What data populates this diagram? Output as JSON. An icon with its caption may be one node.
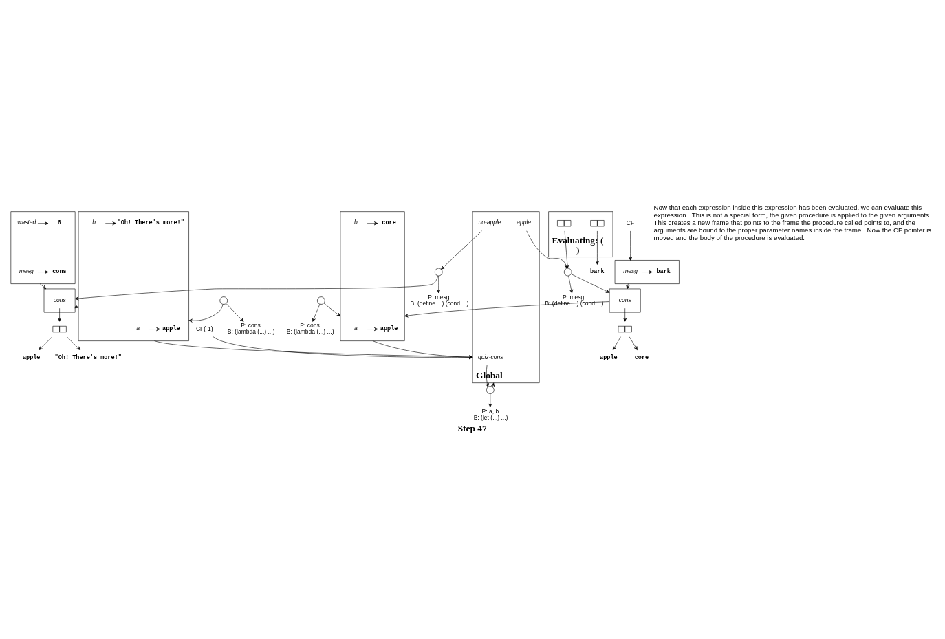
{
  "diagram": {
    "caption": "Step 47",
    "nodes": [
      {
        "text": [],
        "shape": "box"
      },
      {
        "text": [
          "mesg"
        ],
        "in": 0
      },
      {
        "text": [
          "cons"
        ],
        "in": 0
      },
      {
        "text": [
          "wasted"
        ],
        "in": 0
      },
      {
        "text": [
          "6"
        ],
        "in": 0
      },
      {
        "text": [
          "CF(-1)"
        ]
      },
      {
        "text": [
          "Global"
        ]
      },
      {
        "text": [
          "quiz-cons"
        ],
        "in": 6
      },
      {
        "text": [
          "apple"
        ],
        "in": 6
      },
      {
        "text": [
          "no-apple"
        ],
        "in": 6
      },
      {
        "text": [],
        "shape": "circle"
      },
      {
        "text": [
          "P: a, b",
          "B: (let (...) ...)"
        ]
      },
      {
        "text": [],
        "shape": "box"
      },
      {
        "text": [
          "a"
        ],
        "in": 12
      },
      {
        "text": [
          "apple"
        ],
        "in": 12
      },
      {
        "text": [
          "b"
        ],
        "in": 12
      },
      {
        "text": [
          "core"
        ],
        "in": 12
      },
      {
        "text": [],
        "shape": "circle"
      },
      {
        "text": [
          "P: cons",
          "B: (lambda (...) ...)"
        ]
      },
      {
        "text": [],
        "shape": "box"
      },
      {
        "text": [
          "cons"
        ],
        "in": 19
      },
      {
        "text": [],
        "shape": "box"
      },
      {
        "text": [
          "apple"
        ]
      },
      {
        "text": [
          "core"
        ]
      },
      {
        "text": [
          "CF"
        ]
      },
      {
        "text": [],
        "shape": "box"
      },
      {
        "text": [
          "mesg"
        ],
        "in": 25
      },
      {
        "text": [
          "bark"
        ],
        "in": 25
      },
      {
        "text": [],
        "shape": "box"
      },
      {
        "text": [
          "a"
        ],
        "in": 28
      },
      {
        "text": [
          "apple"
        ],
        "in": 28
      },
      {
        "text": [
          "b"
        ],
        "in": 28
      },
      {
        "text": [
          "\"Oh! There's more!\""
        ],
        "in": 28
      },
      {
        "text": [],
        "shape": "circle"
      },
      {
        "text": [
          "P: cons",
          "B: (lambda (...) ...)"
        ]
      },
      {
        "text": [],
        "shape": "box"
      },
      {
        "text": [
          "cons"
        ],
        "in": 35
      },
      {
        "text": [],
        "shape": "circle"
      },
      {
        "text": [
          "P: mesg",
          "B: (define ...) (cond ...)"
        ]
      },
      {
        "text": [],
        "shape": "circle"
      },
      {
        "text": [
          "P: mesg",
          "B: (define ...) (cond ...)"
        ]
      },
      {
        "text": [],
        "shape": "box"
      },
      {
        "text": [
          "apple"
        ]
      },
      {
        "text": [
          "\"Oh! There's more!\""
        ]
      },
      {
        "text": [
          "Evaluating: (",
          ")"
        ]
      },
      {
        "text": [],
        "shape": "box",
        "in": 44
      },
      {
        "text": [],
        "shape": "box",
        "in": 44
      },
      {
        "text": [
          "bark"
        ]
      }
    ],
    "edges": [
      {
        "from": 1,
        "to": 2,
        "arrow": "to"
      },
      {
        "from": 3,
        "to": 4,
        "arrow": "to"
      },
      {
        "from": 0,
        "to": 35,
        "arrow": "to"
      },
      {
        "from": 5,
        "to": 6,
        "arrow": "to"
      },
      {
        "from": 7,
        "to": 10,
        "arrow": "to"
      },
      {
        "from": 10,
        "to": 6,
        "arrow": "to"
      },
      {
        "from": 10,
        "to": 11,
        "arrow": "to"
      },
      {
        "from": 8,
        "to": 39,
        "arrow": "to"
      },
      {
        "from": 9,
        "to": 37,
        "arrow": "to"
      },
      {
        "from": 28,
        "to": 6,
        "arrow": "to"
      },
      {
        "from": 12,
        "to": 6,
        "arrow": "to"
      },
      {
        "from": 13,
        "to": 14,
        "arrow": "to"
      },
      {
        "from": 15,
        "to": 16,
        "arrow": "to"
      },
      {
        "from": 17,
        "to": 12,
        "arrow": "to"
      },
      {
        "from": 17,
        "to": 18,
        "arrow": "to"
      },
      {
        "from": 19,
        "to": 12,
        "arrow": "to"
      },
      {
        "from": 20,
        "to": 41,
        "arrow": "to"
      },
      {
        "from": 41,
        "to": 22,
        "arrow": "to"
      },
      {
        "from": 41,
        "to": 23,
        "arrow": "to"
      },
      {
        "from": 39,
        "to": 19,
        "arrow": "to"
      },
      {
        "from": 39,
        "to": 40,
        "arrow": "to"
      },
      {
        "from": 24,
        "to": 25,
        "arrow": "to"
      },
      {
        "from": 26,
        "to": 27,
        "arrow": "to"
      },
      {
        "from": 25,
        "to": 19,
        "arrow": "to"
      },
      {
        "from": 29,
        "to": 30,
        "arrow": "to"
      },
      {
        "from": 31,
        "to": 32,
        "arrow": "to"
      },
      {
        "from": 33,
        "to": 28,
        "arrow": "to"
      },
      {
        "from": 33,
        "to": 34,
        "arrow": "to"
      },
      {
        "from": 35,
        "to": 28,
        "arrow": "to"
      },
      {
        "from": 36,
        "to": 21,
        "arrow": "to"
      },
      {
        "from": 21,
        "to": 42,
        "arrow": "to"
      },
      {
        "from": 21,
        "to": 43,
        "arrow": "to"
      },
      {
        "from": 37,
        "to": 35,
        "arrow": "to"
      },
      {
        "from": 37,
        "to": 38,
        "arrow": "to"
      },
      {
        "from": 45,
        "to": 39,
        "arrow": "to"
      },
      {
        "from": 46,
        "to": 47,
        "arrow": "to"
      }
    ],
    "labels": [
      "Now that each expression inside this expression has been evaluated, we can evaluate this expression.  This is not a special form, the given procedure is applied to the given arguments.  This creates a new frame that points to the frame the procedure called points to, and the arguments are bound to the proper parameter names inside the frame.  Now the CF pointer is moved and the body of the procedure is evaluated."
    ]
  }
}
